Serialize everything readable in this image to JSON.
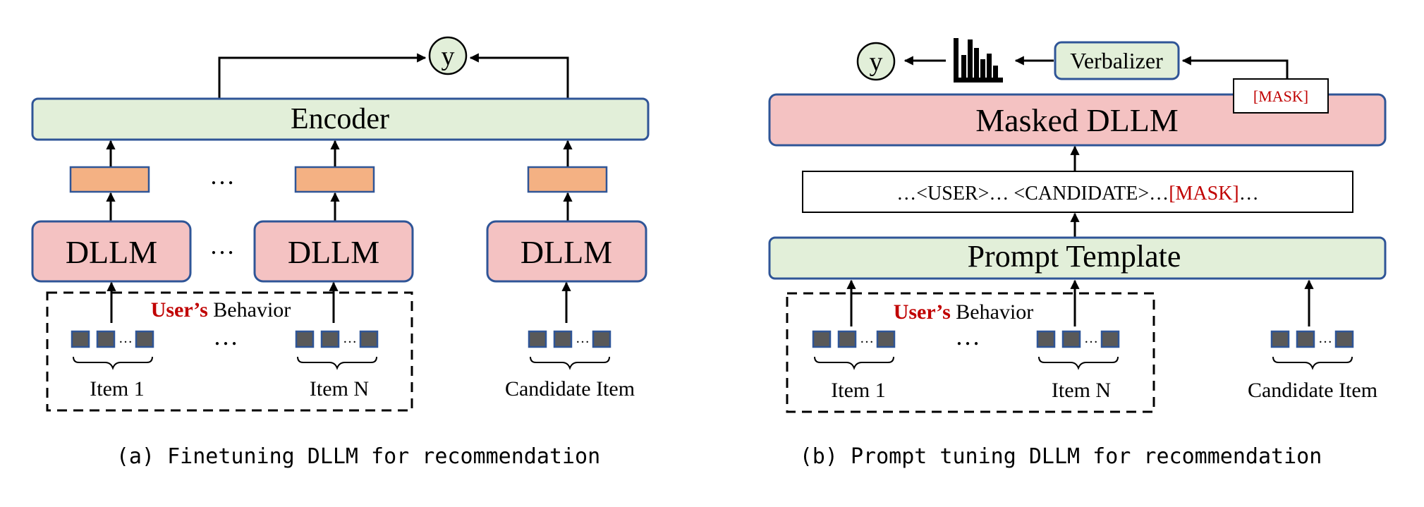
{
  "panel_a": {
    "output_label": "y",
    "encoder_label": "Encoder",
    "dllm_label": "DLLM",
    "ellipsis": "…",
    "items_dots": "…",
    "user_word": "User’s",
    "behavior_word": " Behavior",
    "item_first": "Item 1",
    "item_last": "Item N",
    "candidate": "Candidate Item",
    "caption": "(a) Finetuning DLLM for recommendation"
  },
  "panel_b": {
    "output_label": "y",
    "verbalizer_label": "Verbalizer",
    "mask_token": "[MASK]",
    "masked_dllm_label": "Masked DLLM",
    "prompt_prefix": "…<USER>… <CANDIDATE>…",
    "prompt_mask": "[MASK]",
    "prompt_suffix": "…",
    "prompt_template_label": "Prompt Template",
    "ellipsis": "…",
    "items_dots": "…",
    "user_word": "User’s",
    "behavior_word": " Behavior",
    "item_first": "Item 1",
    "item_last": "Item N",
    "candidate": "Candidate Item",
    "caption": "(b) Prompt tuning DLLM for recommendation"
  },
  "colors": {
    "green_fill": "#e2efd9",
    "pink_fill": "#f4c2c2",
    "orange_fill": "#f4b183",
    "box_stroke": "#2f5597",
    "token_fill": "#595959",
    "mask_red": "#c00000"
  }
}
